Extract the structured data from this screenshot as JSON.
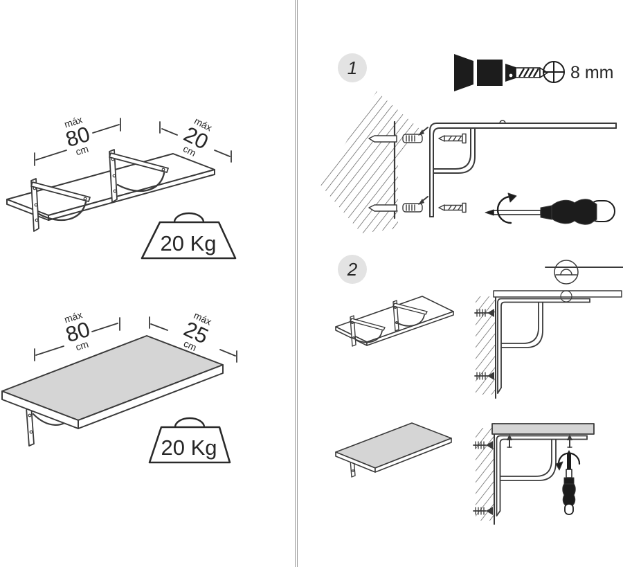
{
  "palette": {
    "line": "#3a3a3a",
    "icon_black": "#1c1c1c",
    "shelf_gray": "#d5d5d5",
    "badge_gray": "#e3e3e3",
    "divider_gray": "#9a9a9a"
  },
  "left_panel": {
    "shelf_top": {
      "length": {
        "label": "máx",
        "value": "80",
        "unit": "cm"
      },
      "depth": {
        "label": "máx",
        "value": "20",
        "unit": "cm"
      },
      "max_weight": "20 Kg"
    },
    "shelf_bottom": {
      "length": {
        "label": "máx",
        "value": "80",
        "unit": "cm"
      },
      "depth": {
        "label": "máx",
        "value": "25",
        "unit": "cm"
      },
      "max_weight": "20 Kg"
    }
  },
  "right_panel": {
    "step1": {
      "number": "1",
      "drill_bit_diameter": "8 mm"
    },
    "step2": {
      "number": "2"
    }
  },
  "icons": {
    "weight": "weight-icon",
    "drill_bit": "drill-bit-icon",
    "diameter_symbol": "diameter-symbol-icon",
    "screwdriver": "screwdriver-icon",
    "rotation_arrow": "rotation-arrow-icon",
    "wall_anchor": "wall-anchor-icon",
    "screw": "screw-icon",
    "wall_hatching": "wall-hatch-texture"
  }
}
